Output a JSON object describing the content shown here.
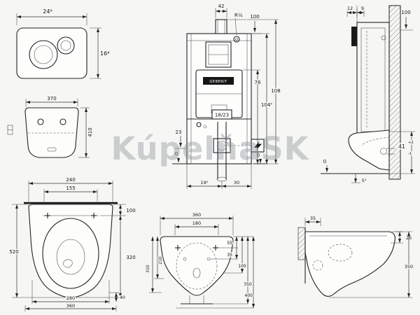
{
  "watermark": "KúpelňaSK",
  "flush_plate": {
    "width": "24⁶",
    "height": "16⁴"
  },
  "gasket": {
    "width": "370",
    "height": "410"
  },
  "bowl_top_large": {
    "w_outer_top": "240",
    "w_inner_top": "155",
    "h_hinge": "100",
    "h_total": "520",
    "h_bowl": "320",
    "w_base": "280",
    "h_base": "40",
    "w_total": "360"
  },
  "cistern_front": {
    "pipe_width": "42",
    "thread": "R½",
    "top_offset": "100",
    "h_tank": "76",
    "h_frame": "108",
    "h_inner": "104⁵",
    "bracket": "18/23",
    "left_offset": "23",
    "floor_left": "0",
    "floor_right": "0",
    "out_left": "19⁵",
    "out_right": "30",
    "brand": "GEBERIT"
  },
  "side_view": {
    "depth_a": "12",
    "depth_b": "9",
    "top_offset": "100",
    "bowl_height": "41",
    "tol_plus": "+2",
    "tol_minus": "-1",
    "floor": "0",
    "drain_offset": "5⁵"
  },
  "bowl_top_small": {
    "w_outer": "360",
    "w_inner": "180",
    "hole_gap": "55",
    "edge_a": "35",
    "edge_b": "100",
    "h_bowl": "350",
    "h_total": "400",
    "len_a": "310",
    "len_b": "210"
  },
  "bowl_side": {
    "rim_offset": "35",
    "rim_thickness": "25",
    "height": "350"
  },
  "icons": {
    "power_symbol": "lightning-bolt"
  }
}
